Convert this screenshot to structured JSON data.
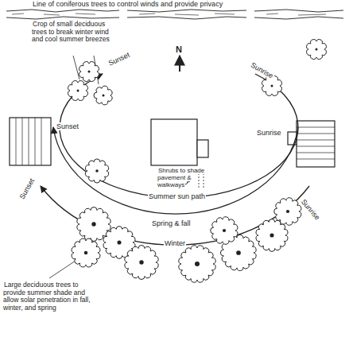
{
  "diagram": {
    "labels": [
      "Line of coniferous trees to control winds and provide privacy",
      "Crop of small deciduous trees to break winter wind and cool summer breezes",
      "N",
      "Sunset",
      "Sunrise",
      "Sunset",
      "Shrubs to shade pavement & walkways",
      "Sunrise",
      "Sunset",
      "Sunrise",
      "Summer sun path",
      "Spring & fall",
      "Winter",
      "Large deciduous trees to provide summer shade and allow solar penetration in fall, winter, and spring"
    ]
  }
}
